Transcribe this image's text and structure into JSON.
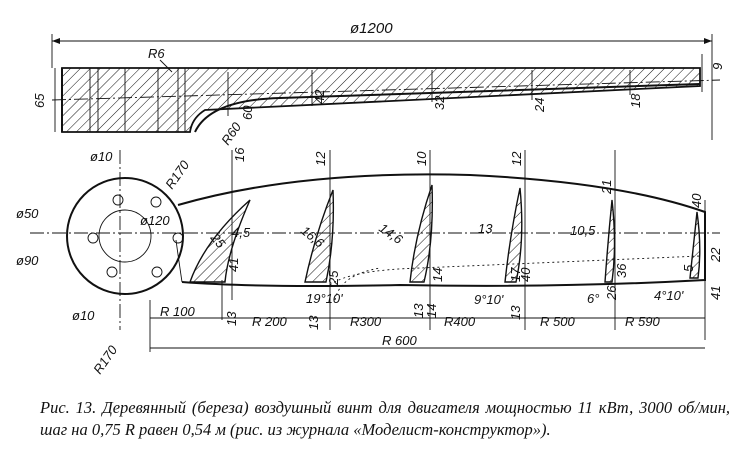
{
  "top_view": {
    "diameter": "ø1200",
    "fillet_radius": "R6",
    "root_radius": "R60",
    "hub_thickness": "65",
    "thickness_values": [
      "60",
      "42",
      "32",
      "24",
      "18",
      "9"
    ]
  },
  "plan_view": {
    "hole_dia": "ø10",
    "hole_dia_lower": "ø10",
    "hub_outer": "ø50",
    "hub_dia_90": "ø90",
    "hub_dia_120": "ø120",
    "radius_170_upper": "R170",
    "radius_170_lower": "R170",
    "chords": [
      "16",
      "12",
      "10",
      "12",
      "21",
      "40"
    ],
    "lower_widths": [
      "41",
      "25",
      "14",
      "17",
      "26",
      "41"
    ],
    "section_offsets": [
      "25",
      "16,6",
      "14,6",
      "13",
      "10,5",
      "22"
    ],
    "section_heights": [
      "13",
      "13",
      "14",
      "40",
      "36",
      "5"
    ],
    "label_4_5": "4,5",
    "angles": [
      "19°10'",
      "9°10'",
      "6°",
      "4°10'"
    ],
    "stations": [
      "R 100",
      "R 200",
      "R300",
      "R400",
      "R 500",
      "R 590",
      "R 600"
    ],
    "marks_13": [
      "13",
      "13"
    ]
  },
  "caption": {
    "lead": "Рис. 13.",
    "text": "Деревянный (береза) воздушный винт для двигателя мощностью 11 кВт, 3000 об/мин, шаг на 0,75 R равен 0,54 м (рис. из журнала «Моделист-конструктор»)."
  }
}
